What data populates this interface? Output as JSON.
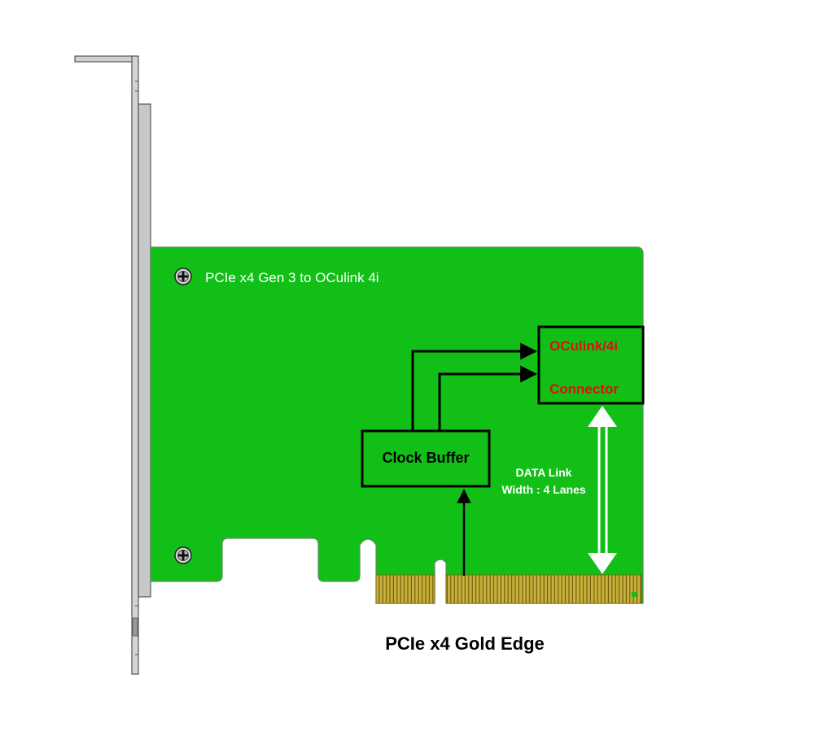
{
  "board": {
    "title": "PCIe x4 Gen 3 to OCulink 4i",
    "color": "#12bf17",
    "outline_color": "#5a8f5a"
  },
  "connector": {
    "line1": "OCulink/4i",
    "line2": "Connector",
    "text_color": "#e01010"
  },
  "clock_buffer": {
    "label": "Clock Buffer"
  },
  "data_link": {
    "line1": "DATA Link",
    "line2": "Width : 4 Lanes"
  },
  "gold_edge": {
    "caption": "PCIe x4 Gold Edge",
    "color": "#c9b03a"
  },
  "screws": [
    "screw-icon",
    "screw-icon"
  ]
}
